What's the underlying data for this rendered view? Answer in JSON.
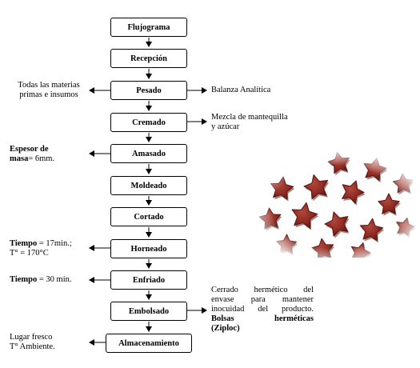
{
  "flow": {
    "steps": [
      "Flujograma",
      "Recepción",
      "Pesado",
      "Cremado",
      "Amasado",
      "Moldeado",
      "Cortado",
      "Horneado",
      "Enfriado",
      "Embolsado",
      "Almacenamiento"
    ]
  },
  "notes": {
    "pesado_left_1": "Todas las materias",
    "pesado_left_2": "primas e insumos",
    "pesado_right": "Balanza Analítica",
    "cremado_right_1": "Mezcla de mantequilla",
    "cremado_right_2": "y azúcar",
    "amasado_left_bold_1": "Espesor de",
    "amasado_left_bold_2": "masa",
    "amasado_left_value": "= 6mm.",
    "horneado_tiempo_label": "Tiempo",
    "horneado_tiempo_value": " = 17min.;",
    "horneado_temp": "T° = 170°C",
    "enfriado_tiempo_label": "Tiempo",
    "enfriado_tiempo_value": " = 30 min.",
    "embolsado_line1": "Cerrado hermético del",
    "embolsado_line2": "envase para mantener",
    "embolsado_line3": "inocuidad del producto.",
    "embolsado_bold1": "Bolsas herméticas",
    "embolsado_bold2": "(Ziploc)",
    "almacenamiento_left_1": "Lugar fresco",
    "almacenamiento_left_2": "T° Ambiente."
  },
  "colors": {
    "cookie": "#8e2a22",
    "cookie_dark": "#5c1712",
    "cookie_light": "#b0473c"
  }
}
